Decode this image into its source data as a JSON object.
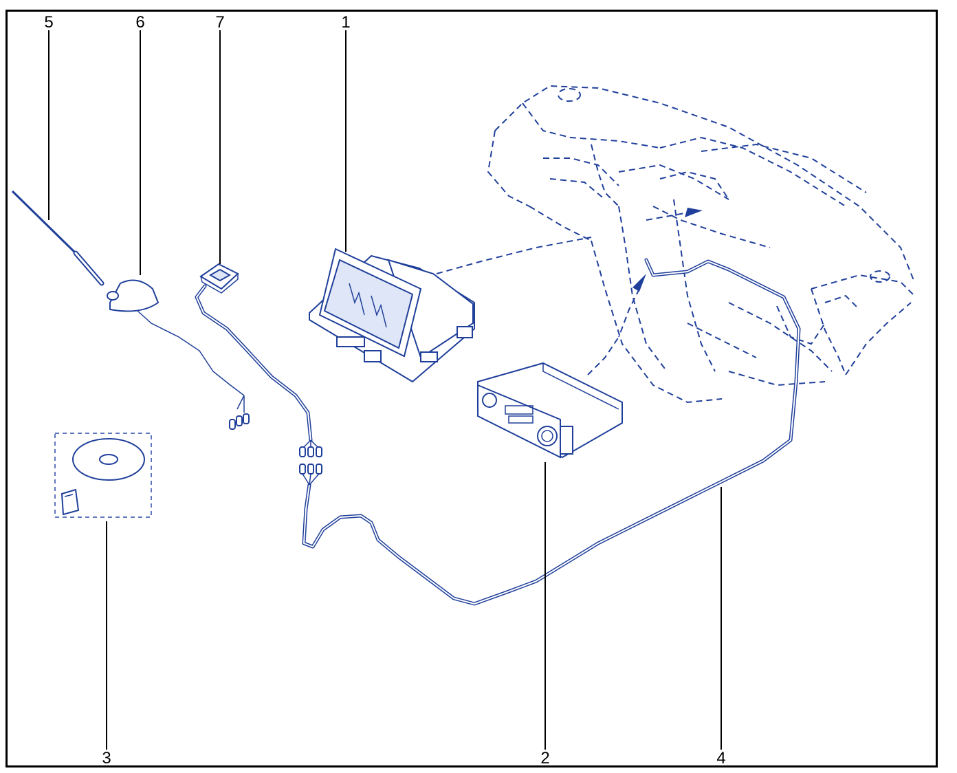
{
  "callouts": {
    "c1": "1",
    "c2": "2",
    "c3": "3",
    "c4": "4",
    "c5": "5",
    "c6": "6",
    "c7": "7"
  },
  "colors": {
    "line": "#1f3f9a",
    "frame": "#000000",
    "background": "#ffffff"
  }
}
